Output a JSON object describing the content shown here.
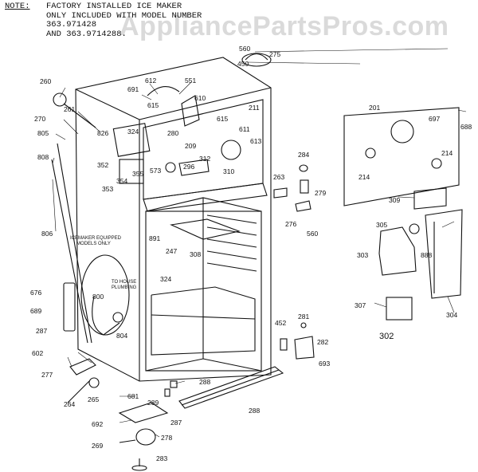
{
  "note": {
    "heading": "NOTE:",
    "lines": [
      "FACTORY INSTALLED ICE MAKER",
      "ONLY INCLUDED WITH MODEL NUMBER",
      "363.971428",
      "AND 363.9714288."
    ]
  },
  "watermark": "AppliancePartsPros.com",
  "callouts": {
    "icemaker_equipped": "ICEMAKER EQUIPPED\nMODELS ONLY",
    "to_house_plumbing": "TO HOUSE\nPLUMBING"
  },
  "part_numbers": [
    "260",
    "261",
    "270",
    "805",
    "808",
    "806",
    "826",
    "324",
    "352",
    "353",
    "355",
    "354",
    "691",
    "612",
    "615",
    "551",
    "610",
    "211",
    "280",
    "615",
    "209",
    "611",
    "613",
    "573",
    "296",
    "310",
    "312",
    "201",
    "697",
    "688",
    "214",
    "214",
    "309",
    "284",
    "279",
    "263",
    "276",
    "560",
    "560",
    "450",
    "275",
    "305",
    "303",
    "888",
    "304",
    "307",
    "302",
    "891",
    "247",
    "308",
    "324",
    "800",
    "804",
    "676",
    "689",
    "287",
    "602",
    "277",
    "264",
    "265",
    "681",
    "289",
    "288",
    "288",
    "692",
    "287",
    "269",
    "278",
    "283",
    "452",
    "281",
    "282",
    "693"
  ]
}
